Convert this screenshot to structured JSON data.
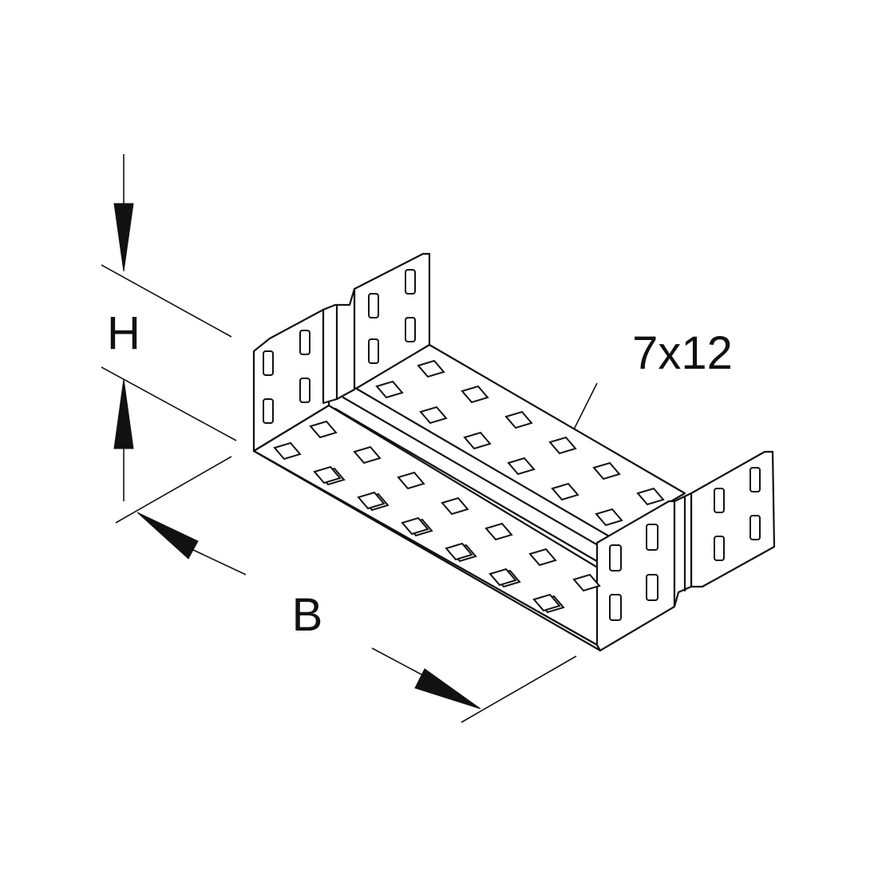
{
  "dimensions": {
    "height_label": "H",
    "width_label": "B",
    "hole_label": "7x12"
  },
  "colors": {
    "line": "#111111",
    "background": "#ffffff"
  }
}
